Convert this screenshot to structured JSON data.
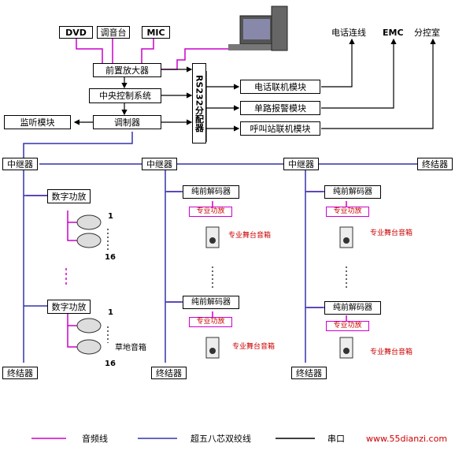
{
  "diagram": {
    "top_inputs": {
      "dvd": "DVD",
      "mixer": "调音台",
      "mic": "MIC"
    },
    "preamp": "前置放大器",
    "central_control": "中央控制系统",
    "modulator": "调制器",
    "monitor": "监听模块",
    "rs232": "RS232分配器",
    "phone_module": "电话联机模块",
    "alarm_module": "单路报警模块",
    "call_module": "呼叫站联机模块",
    "phone_line": "电话连线",
    "emc": "EMC",
    "sub_control": "分控室",
    "repeater": "中继器",
    "terminator": "终结器",
    "digital_amp": "数字功放",
    "pure_decoder": "纯前解码器",
    "pro_amp": "专业功放",
    "pro_speaker": "专业舞台音箱",
    "lawn_speaker": "草地音箱",
    "num_1": "1",
    "num_16": "16"
  },
  "legend": {
    "audio_line": "音频线",
    "cat5_line": "超五八芯双绞线",
    "serial_label": "串口",
    "watermark": "www.55dianzi.com"
  },
  "colors": {
    "audio": "#cc00cc",
    "twisted_pair": "#3333aa",
    "serial": "#000000",
    "text_red": "#cc0000"
  }
}
